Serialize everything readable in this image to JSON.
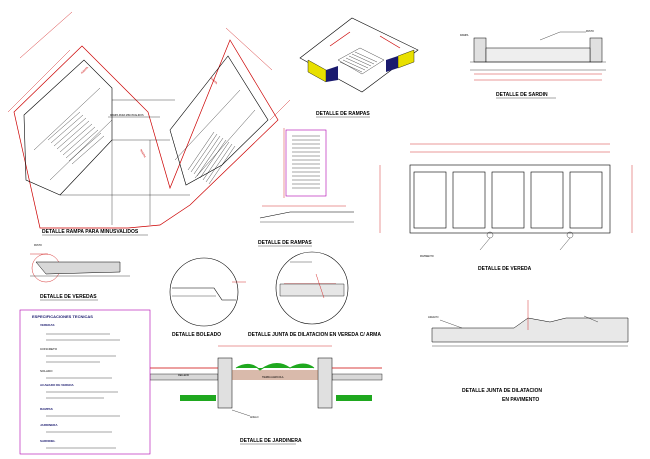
{
  "titles": {
    "ramp_plan": "DETALLE RAMPA PARA MINUSVALIDOS",
    "ramp_iso": "DETALLE DE RAMPAS",
    "ramp_profile": "DETALLE DE RAMPAS",
    "ramp_section": "DETALLE DE SARDIN",
    "veredas": "DETALLE DE VEREDAS",
    "sidewalk": "DETALLE DE VEREDA",
    "boleado": "DETALLE BOLEADO",
    "junta": "DETALLE JUNTA DE DILATACION EN VEREDA C/ ARMA",
    "jardinera": "DETALLE DE JARDINERA",
    "junta_pav_line1": "DETALLE JUNTA DE DILATACION",
    "junta_pav_line2": "EN PAVIMENTO",
    "specs": "ESPECIFICACIONES TECNICAS"
  },
  "labels": {
    "ramp_note": "RAMPA PARA MINUSVALIDOS",
    "rampa": "RAMPA",
    "pasto": "PASTO",
    "relleno": "RELLENO",
    "tierra_agricola": "TIERRA AGRICOLA",
    "anillo": "ANILLO",
    "asfalto": "ASFALTO",
    "pavimento": "PAVIMENTO"
  },
  "specs_items": [
    "VEREDAS",
    "CONCRETO",
    "SOLADO",
    "ACABADO DE VEREDA",
    "RAMPAS",
    "JARDINERA",
    "SARDINEL"
  ],
  "colors": {
    "line_red": "#cc0000",
    "line_black": "#000000",
    "grass_green": "#1fa81f",
    "yellow": "#e8e000",
    "magenta": "#b000b0",
    "navy": "#1a1a6e"
  }
}
